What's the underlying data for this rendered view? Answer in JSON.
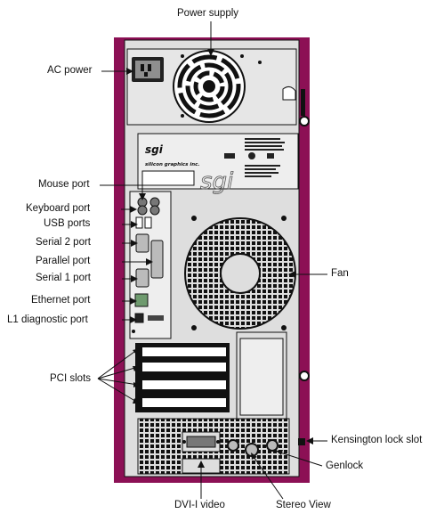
{
  "labels": {
    "power_supply": "Power supply",
    "ac_power": "AC power",
    "mouse_port": "Mouse port",
    "keyboard_port": "Keyboard port",
    "usb_ports": "USB ports",
    "serial2_port": "Serial 2 port",
    "parallel_port": "Parallel port",
    "serial1_port": "Serial 1 port",
    "ethernet_port": "Ethernet port",
    "l1_diagnostic_port": "L1 diagnostic port",
    "fan": "Fan",
    "pci_slots": "PCI slots",
    "kensington_lock_slot": "Kensington lock slot",
    "genlock": "Genlock",
    "dvi_video": "DVI-I video",
    "stereo_view": "Stereo View"
  },
  "chassis": {
    "logo": "sgi",
    "company": "silicon graphics inc.",
    "watermark": "sgi"
  },
  "colors": {
    "chassis_side": "#8c1055",
    "panel": "#dedede",
    "line": "#111111"
  }
}
